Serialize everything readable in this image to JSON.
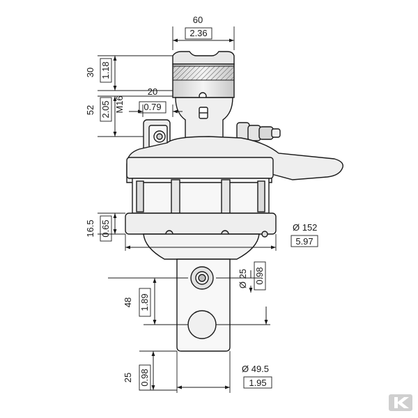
{
  "dimensions": {
    "top_width": {
      "mm": "60",
      "in": "2.36"
    },
    "head_height": {
      "mm": "30",
      "in": "1.18"
    },
    "thread": "M16",
    "port_offset": {
      "mm": "20",
      "in": "0.79"
    },
    "upper_height": {
      "mm": "52",
      "in": "2.05"
    },
    "flange_height": {
      "mm": "16.5",
      "in": "0.65"
    },
    "flange_diameter": {
      "mm": "Ø 152",
      "in": "5.97"
    },
    "pin_diameter": {
      "mm": "Ø 25",
      "in": "0.98"
    },
    "hole_spacing": {
      "mm": "48",
      "in": "1.89"
    },
    "bottom_length": {
      "mm": "25",
      "in": "0.98"
    },
    "shaft_width": {
      "mm": "Ø 49.5",
      "in": "1.95"
    }
  },
  "logo": "K"
}
